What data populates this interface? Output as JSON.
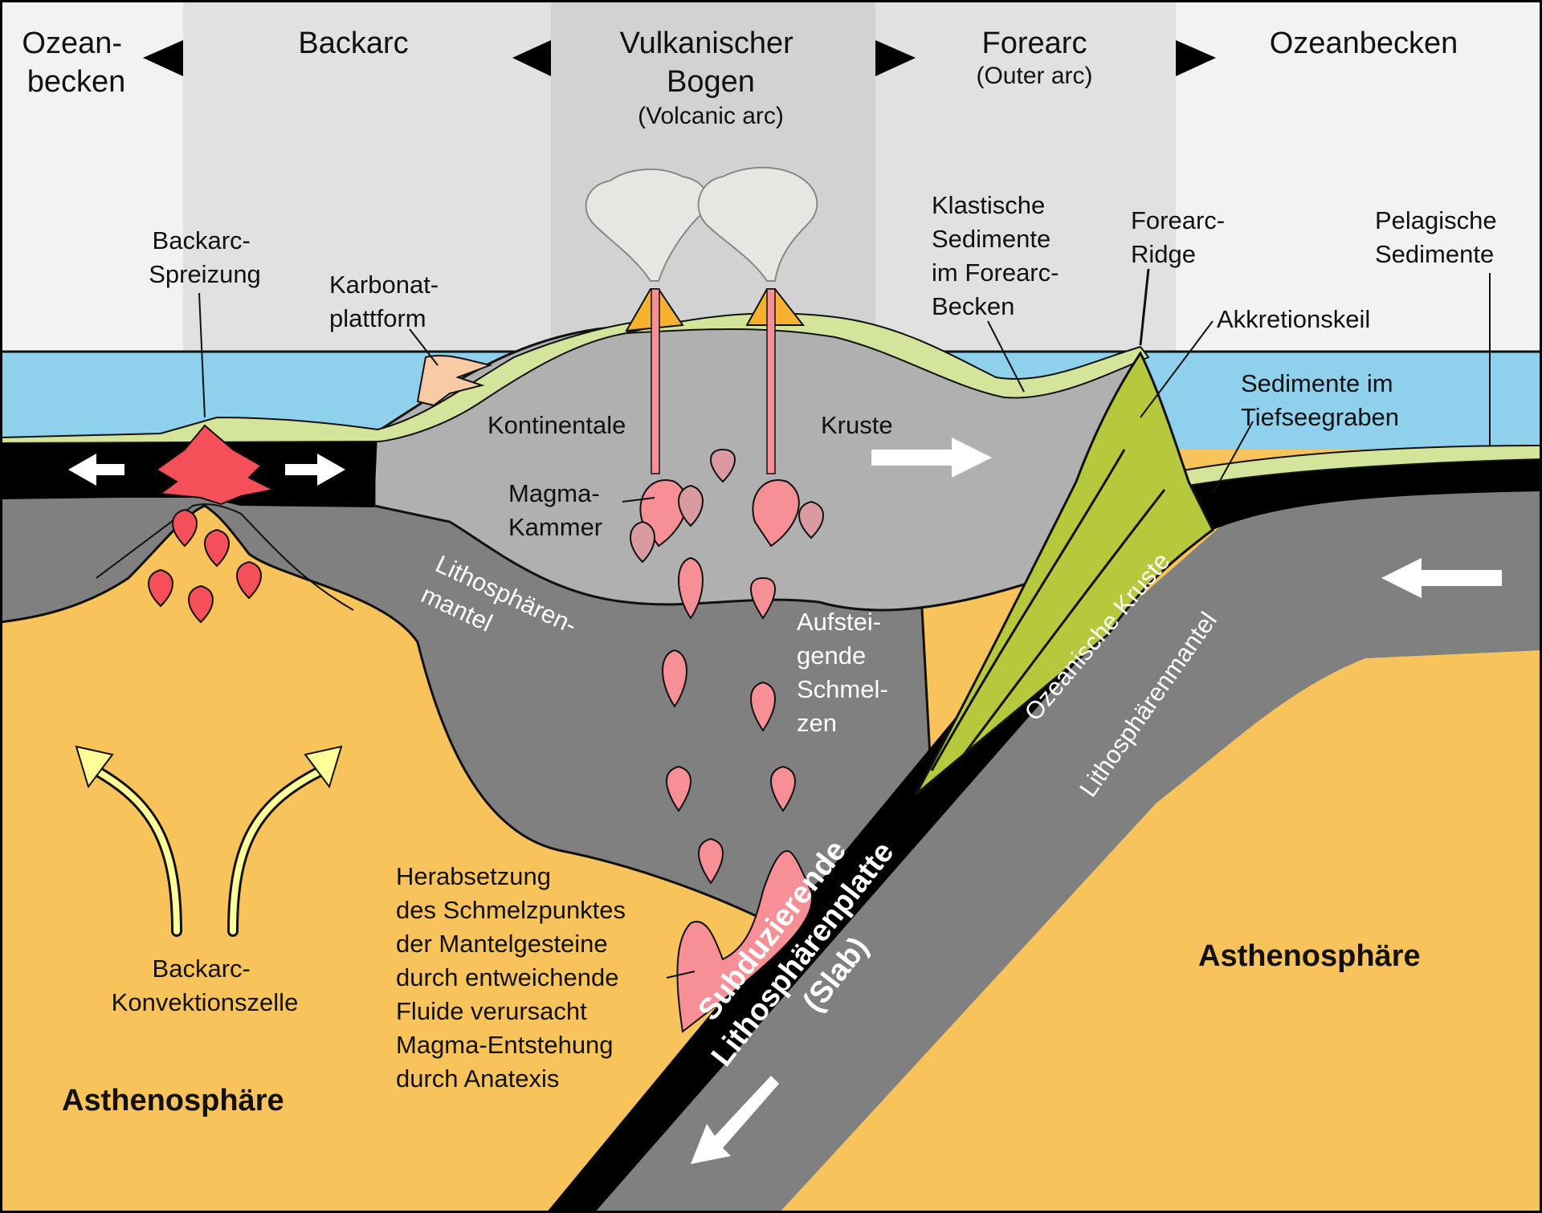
{
  "zones": {
    "ocean_basin_left": [
      "Ozean-",
      "becken"
    ],
    "backarc": "Backarc",
    "volcanic_arc": [
      "Vulkanischer",
      "Bogen"
    ],
    "volcanic_arc_en": "(Volcanic arc)",
    "forearc": "Forearc",
    "forearc_en": "(Outer arc)",
    "ocean_basin_right": "Ozeanbecken"
  },
  "labels": {
    "backarc_spreading": [
      "Backarc-",
      "Spreizung"
    ],
    "carbonate_platform": [
      "Karbonat-",
      "plattform"
    ],
    "clastic_sediments": [
      "Klastische",
      "Sedimente",
      "im Forearc-",
      "Becken"
    ],
    "forearc_ridge": [
      "Forearc-",
      "Ridge"
    ],
    "pelagic_sediments": [
      "Pelagische",
      "Sedimente"
    ],
    "accretionary_wedge": "Akkretionskeil",
    "trench_sediments": [
      "Sedimente im",
      "Tiefseegraben"
    ],
    "continental": "Kontinentale",
    "crust": "Kruste",
    "magma_chamber": [
      "Magma-",
      "Kammer"
    ],
    "lithosphere_mantle_left": [
      "Lithosphären-",
      "mantel"
    ],
    "rising_melts": [
      "Aufstei-",
      "gende",
      "Schmel-",
      "zen"
    ],
    "oceanic_crust": "Ozeanische Kruste",
    "lithosphere_mantle_right": "Lithosphärenmantel",
    "melting_point": [
      "Herabsetzung",
      "des Schmelzpunktes",
      "der Mantelgesteine",
      "durch entweichende",
      "Fluide verursacht",
      "Magma-Entstehung",
      "durch Anatexis"
    ],
    "convection_cell": [
      "Backarc-",
      "Konvektionszelle"
    ],
    "asthenosphere_left": "Asthenosphäre",
    "asthenosphere_right": "Asthenosphäre",
    "slab": [
      "Subduzierende",
      "Lithosphärenplatte",
      "(Slab)"
    ]
  },
  "colors": {
    "sky_outer": "#f2f2f2",
    "sky_backarc": "#e1e1e1",
    "sky_arc": "#d2d2d2",
    "ocean": "#8fd0ec",
    "sediment": "#d4e49a",
    "crust": "#b0b0b0",
    "lith_mantle": "#808080",
    "asthenosphere": "#f9c35c",
    "plate": "#000000",
    "magma": "#f79096",
    "spreading_magma": "#f5505a",
    "wedge": "#b6c83c",
    "carbonate": "#f8cba6",
    "volcano": "#f6b22e"
  }
}
